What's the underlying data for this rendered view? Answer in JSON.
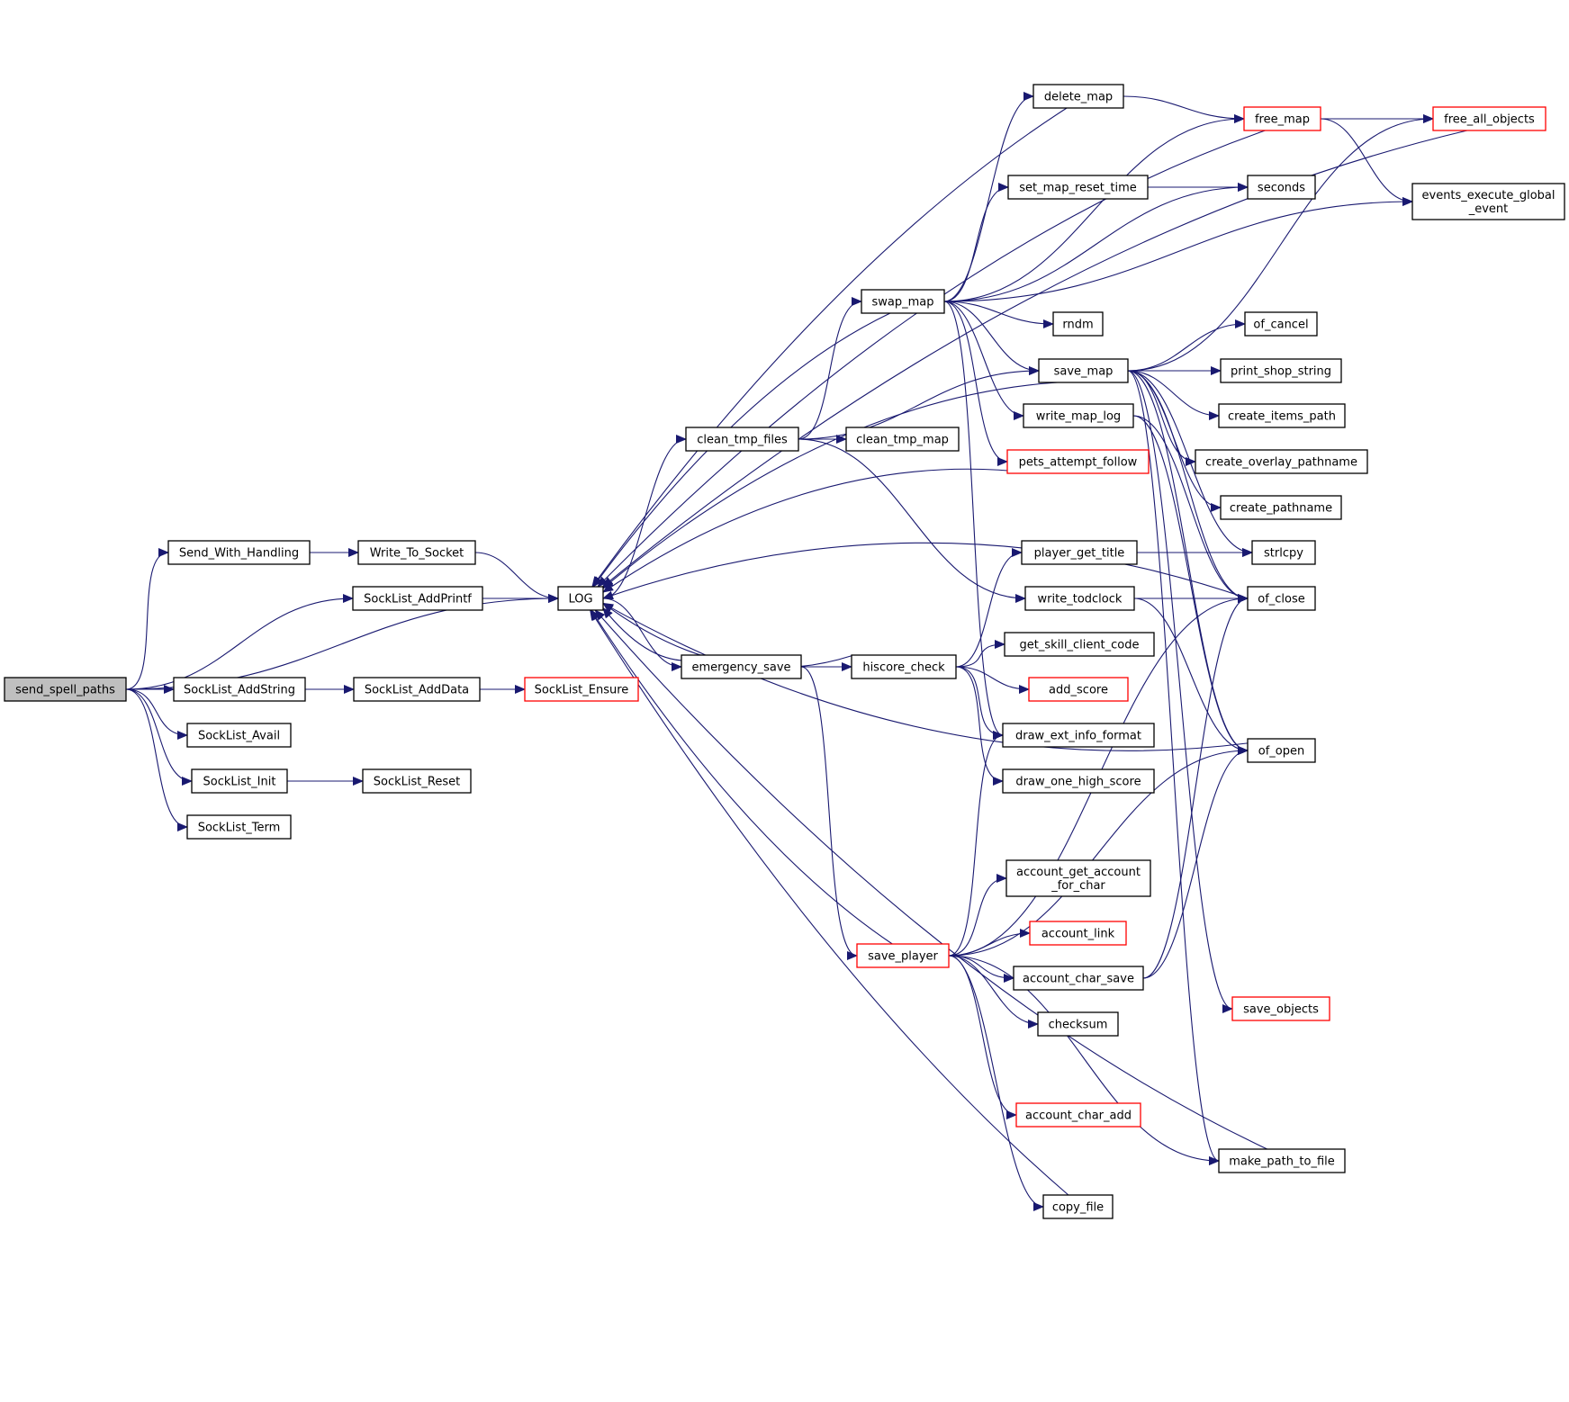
{
  "colors": {
    "edge": "#191970",
    "node_border_default": "#000000",
    "node_border_truncated": "#ff0000",
    "root_fill": "#bfbfbf",
    "node_fill": "#ffffff"
  },
  "nodes": [
    {
      "id": "send_spell_paths",
      "lines": [
        "send_spell_paths"
      ],
      "kind": "root"
    },
    {
      "id": "Send_With_Handling",
      "lines": [
        "Send_With_Handling"
      ],
      "kind": "normal"
    },
    {
      "id": "Write_To_Socket",
      "lines": [
        "Write_To_Socket"
      ],
      "kind": "normal"
    },
    {
      "id": "SockList_AddPrintf",
      "lines": [
        "SockList_AddPrintf"
      ],
      "kind": "normal"
    },
    {
      "id": "LOG",
      "lines": [
        "LOG"
      ],
      "kind": "normal"
    },
    {
      "id": "SockList_AddString",
      "lines": [
        "SockList_AddString"
      ],
      "kind": "normal"
    },
    {
      "id": "SockList_AddData",
      "lines": [
        "SockList_AddData"
      ],
      "kind": "normal"
    },
    {
      "id": "SockList_Ensure",
      "lines": [
        "SockList_Ensure"
      ],
      "kind": "truncated"
    },
    {
      "id": "SockList_Avail",
      "lines": [
        "SockList_Avail"
      ],
      "kind": "normal"
    },
    {
      "id": "SockList_Init",
      "lines": [
        "SockList_Init"
      ],
      "kind": "normal"
    },
    {
      "id": "SockList_Reset",
      "lines": [
        "SockList_Reset"
      ],
      "kind": "normal"
    },
    {
      "id": "SockList_Term",
      "lines": [
        "SockList_Term"
      ],
      "kind": "normal"
    },
    {
      "id": "clean_tmp_files",
      "lines": [
        "clean_tmp_files"
      ],
      "kind": "normal"
    },
    {
      "id": "clean_tmp_map",
      "lines": [
        "clean_tmp_map"
      ],
      "kind": "normal"
    },
    {
      "id": "swap_map",
      "lines": [
        "swap_map"
      ],
      "kind": "normal"
    },
    {
      "id": "emergency_save",
      "lines": [
        "emergency_save"
      ],
      "kind": "normal"
    },
    {
      "id": "hiscore_check",
      "lines": [
        "hiscore_check"
      ],
      "kind": "normal"
    },
    {
      "id": "save_player",
      "lines": [
        "save_player"
      ],
      "kind": "truncated"
    },
    {
      "id": "delete_map",
      "lines": [
        "delete_map"
      ],
      "kind": "normal"
    },
    {
      "id": "free_map",
      "lines": [
        "free_map"
      ],
      "kind": "truncated"
    },
    {
      "id": "free_all_objects",
      "lines": [
        "free_all_objects"
      ],
      "kind": "truncated"
    },
    {
      "id": "events_execute_global_event",
      "lines": [
        "events_execute_global",
        "_event"
      ],
      "kind": "normal"
    },
    {
      "id": "set_map_reset_time",
      "lines": [
        "set_map_reset_time"
      ],
      "kind": "normal"
    },
    {
      "id": "seconds",
      "lines": [
        "seconds"
      ],
      "kind": "normal"
    },
    {
      "id": "rndm",
      "lines": [
        "rndm"
      ],
      "kind": "normal"
    },
    {
      "id": "save_map",
      "lines": [
        "save_map"
      ],
      "kind": "normal"
    },
    {
      "id": "of_cancel",
      "lines": [
        "of_cancel"
      ],
      "kind": "normal"
    },
    {
      "id": "print_shop_string",
      "lines": [
        "print_shop_string"
      ],
      "kind": "normal"
    },
    {
      "id": "create_items_path",
      "lines": [
        "create_items_path"
      ],
      "kind": "normal"
    },
    {
      "id": "create_overlay_pathname",
      "lines": [
        "create_overlay_pathname"
      ],
      "kind": "normal"
    },
    {
      "id": "create_pathname",
      "lines": [
        "create_pathname"
      ],
      "kind": "normal"
    },
    {
      "id": "write_map_log",
      "lines": [
        "write_map_log"
      ],
      "kind": "normal"
    },
    {
      "id": "pets_attempt_follow",
      "lines": [
        "pets_attempt_follow"
      ],
      "kind": "truncated"
    },
    {
      "id": "player_get_title",
      "lines": [
        "player_get_title"
      ],
      "kind": "normal"
    },
    {
      "id": "strlcpy",
      "lines": [
        "strlcpy"
      ],
      "kind": "normal"
    },
    {
      "id": "write_todclock",
      "lines": [
        "write_todclock"
      ],
      "kind": "normal"
    },
    {
      "id": "of_close",
      "lines": [
        "of_close"
      ],
      "kind": "normal"
    },
    {
      "id": "get_skill_client_code",
      "lines": [
        "get_skill_client_code"
      ],
      "kind": "normal"
    },
    {
      "id": "add_score",
      "lines": [
        "add_score"
      ],
      "kind": "truncated"
    },
    {
      "id": "draw_ext_info_format",
      "lines": [
        "draw_ext_info_format"
      ],
      "kind": "normal"
    },
    {
      "id": "of_open",
      "lines": [
        "of_open"
      ],
      "kind": "normal"
    },
    {
      "id": "draw_one_high_score",
      "lines": [
        "draw_one_high_score"
      ],
      "kind": "normal"
    },
    {
      "id": "account_get_account_for_char",
      "lines": [
        "account_get_account",
        "_for_char"
      ],
      "kind": "normal"
    },
    {
      "id": "account_link",
      "lines": [
        "account_link"
      ],
      "kind": "truncated"
    },
    {
      "id": "account_char_save",
      "lines": [
        "account_char_save"
      ],
      "kind": "normal"
    },
    {
      "id": "checksum",
      "lines": [
        "checksum"
      ],
      "kind": "normal"
    },
    {
      "id": "save_objects",
      "lines": [
        "save_objects"
      ],
      "kind": "truncated"
    },
    {
      "id": "account_char_add",
      "lines": [
        "account_char_add"
      ],
      "kind": "truncated"
    },
    {
      "id": "make_path_to_file",
      "lines": [
        "make_path_to_file"
      ],
      "kind": "normal"
    },
    {
      "id": "copy_file",
      "lines": [
        "copy_file"
      ],
      "kind": "normal"
    }
  ],
  "edges": [
    [
      "send_spell_paths",
      "Send_With_Handling"
    ],
    [
      "send_spell_paths",
      "SockList_AddPrintf"
    ],
    [
      "send_spell_paths",
      "LOG"
    ],
    [
      "send_spell_paths",
      "SockList_AddString"
    ],
    [
      "send_spell_paths",
      "SockList_Avail"
    ],
    [
      "send_spell_paths",
      "SockList_Init"
    ],
    [
      "send_spell_paths",
      "SockList_Term"
    ],
    [
      "Send_With_Handling",
      "Write_To_Socket"
    ],
    [
      "Write_To_Socket",
      "LOG"
    ],
    [
      "SockList_AddPrintf",
      "LOG"
    ],
    [
      "SockList_AddString",
      "SockList_AddData"
    ],
    [
      "SockList_AddData",
      "SockList_Ensure"
    ],
    [
      "SockList_Init",
      "SockList_Reset"
    ],
    [
      "LOG",
      "clean_tmp_files"
    ],
    [
      "LOG",
      "emergency_save"
    ],
    [
      "clean_tmp_files",
      "clean_tmp_map"
    ],
    [
      "clean_tmp_files",
      "swap_map"
    ],
    [
      "clean_tmp_files",
      "save_map"
    ],
    [
      "clean_tmp_files",
      "write_todclock"
    ],
    [
      "swap_map",
      "LOG"
    ],
    [
      "swap_map",
      "delete_map"
    ],
    [
      "swap_map",
      "free_map"
    ],
    [
      "swap_map",
      "set_map_reset_time"
    ],
    [
      "swap_map",
      "seconds"
    ],
    [
      "swap_map",
      "events_execute_global_event"
    ],
    [
      "swap_map",
      "rndm"
    ],
    [
      "swap_map",
      "save_map"
    ],
    [
      "swap_map",
      "write_map_log"
    ],
    [
      "swap_map",
      "pets_attempt_follow"
    ],
    [
      "swap_map",
      "draw_ext_info_format"
    ],
    [
      "delete_map",
      "LOG"
    ],
    [
      "delete_map",
      "free_map"
    ],
    [
      "free_map",
      "LOG"
    ],
    [
      "free_map",
      "free_all_objects"
    ],
    [
      "free_map",
      "events_execute_global_event"
    ],
    [
      "free_all_objects",
      "LOG"
    ],
    [
      "set_map_reset_time",
      "seconds"
    ],
    [
      "save_map",
      "LOG"
    ],
    [
      "save_map",
      "free_all_objects"
    ],
    [
      "save_map",
      "of_cancel"
    ],
    [
      "save_map",
      "print_shop_string"
    ],
    [
      "save_map",
      "create_items_path"
    ],
    [
      "save_map",
      "create_overlay_pathname"
    ],
    [
      "save_map",
      "create_pathname"
    ],
    [
      "save_map",
      "strlcpy"
    ],
    [
      "save_map",
      "of_close"
    ],
    [
      "save_map",
      "of_open"
    ],
    [
      "save_map",
      "save_objects"
    ],
    [
      "save_map",
      "make_path_to_file"
    ],
    [
      "write_map_log",
      "of_close"
    ],
    [
      "write_map_log",
      "of_open"
    ],
    [
      "pets_attempt_follow",
      "LOG"
    ],
    [
      "player_get_title",
      "strlcpy"
    ],
    [
      "write_todclock",
      "of_close"
    ],
    [
      "write_todclock",
      "of_open"
    ],
    [
      "of_close",
      "LOG"
    ],
    [
      "of_open",
      "LOG"
    ],
    [
      "emergency_save",
      "LOG"
    ],
    [
      "emergency_save",
      "hiscore_check"
    ],
    [
      "emergency_save",
      "save_player"
    ],
    [
      "hiscore_check",
      "LOG"
    ],
    [
      "hiscore_check",
      "player_get_title"
    ],
    [
      "hiscore_check",
      "get_skill_client_code"
    ],
    [
      "hiscore_check",
      "add_score"
    ],
    [
      "hiscore_check",
      "draw_ext_info_format"
    ],
    [
      "hiscore_check",
      "draw_one_high_score"
    ],
    [
      "save_player",
      "LOG"
    ],
    [
      "save_player",
      "draw_ext_info_format"
    ],
    [
      "save_player",
      "of_close"
    ],
    [
      "save_player",
      "account_get_account_for_char"
    ],
    [
      "save_player",
      "account_link"
    ],
    [
      "save_player",
      "account_char_save"
    ],
    [
      "save_player",
      "checksum"
    ],
    [
      "save_player",
      "of_open"
    ],
    [
      "save_player",
      "account_char_add"
    ],
    [
      "save_player",
      "make_path_to_file"
    ],
    [
      "save_player",
      "copy_file"
    ],
    [
      "account_char_save",
      "of_close"
    ],
    [
      "account_char_save",
      "of_open"
    ],
    [
      "make_path_to_file",
      "LOG"
    ],
    [
      "copy_file",
      "LOG"
    ]
  ]
}
